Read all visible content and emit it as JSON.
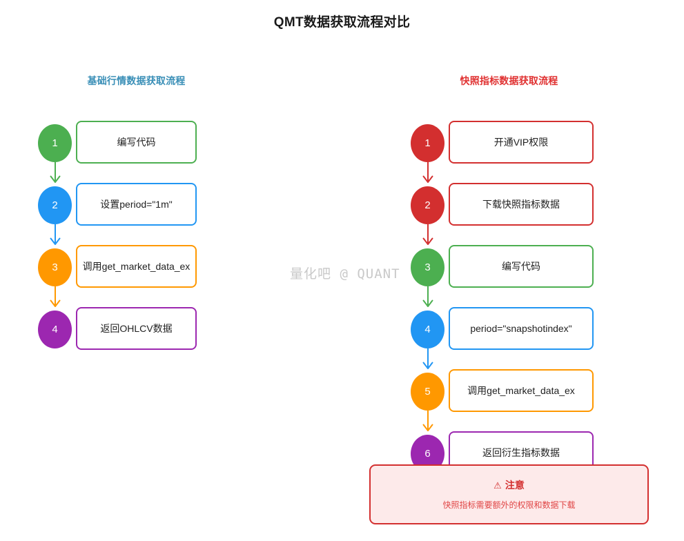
{
  "title": "QMT数据获取流程对比",
  "watermark": "量化吧 @ QUANT",
  "colors": {
    "green": "#4CAF50",
    "blue": "#2196F3",
    "orange": "#FF9800",
    "purple": "#9C27B0",
    "red": "#D32F2F",
    "header_blue": "#3a8fb7",
    "header_red": "#e03131",
    "warning_bg": "#fdeaea",
    "warning_border": "#d32f2f"
  },
  "left_column": {
    "header": "基础行情数据获取流程",
    "steps": [
      {
        "num": "1",
        "label": "编写代码",
        "color": "#4CAF50"
      },
      {
        "num": "2",
        "label": "设置period=\"1m\"",
        "color": "#2196F3"
      },
      {
        "num": "3",
        "label": "调用get_market_data_ex",
        "color": "#FF9800"
      },
      {
        "num": "4",
        "label": "返回OHLCV数据",
        "color": "#9C27B0"
      }
    ]
  },
  "right_column": {
    "header": "快照指标数据获取流程",
    "steps": [
      {
        "num": "1",
        "label": "开通VIP权限",
        "color": "#D32F2F"
      },
      {
        "num": "2",
        "label": "下载快照指标数据",
        "color": "#D32F2F"
      },
      {
        "num": "3",
        "label": "编写代码",
        "color": "#4CAF50"
      },
      {
        "num": "4",
        "label": "period=\"snapshotindex\"",
        "color": "#2196F3"
      },
      {
        "num": "5",
        "label": "调用get_market_data_ex",
        "color": "#FF9800"
      },
      {
        "num": "6",
        "label": "返回衍生指标数据",
        "color": "#9C27B0"
      }
    ]
  },
  "warning": {
    "icon": "warning-triangle-icon",
    "icon_glyph": "⚠",
    "title": "注意",
    "text": "快照指标需要额外的权限和数据下载"
  }
}
